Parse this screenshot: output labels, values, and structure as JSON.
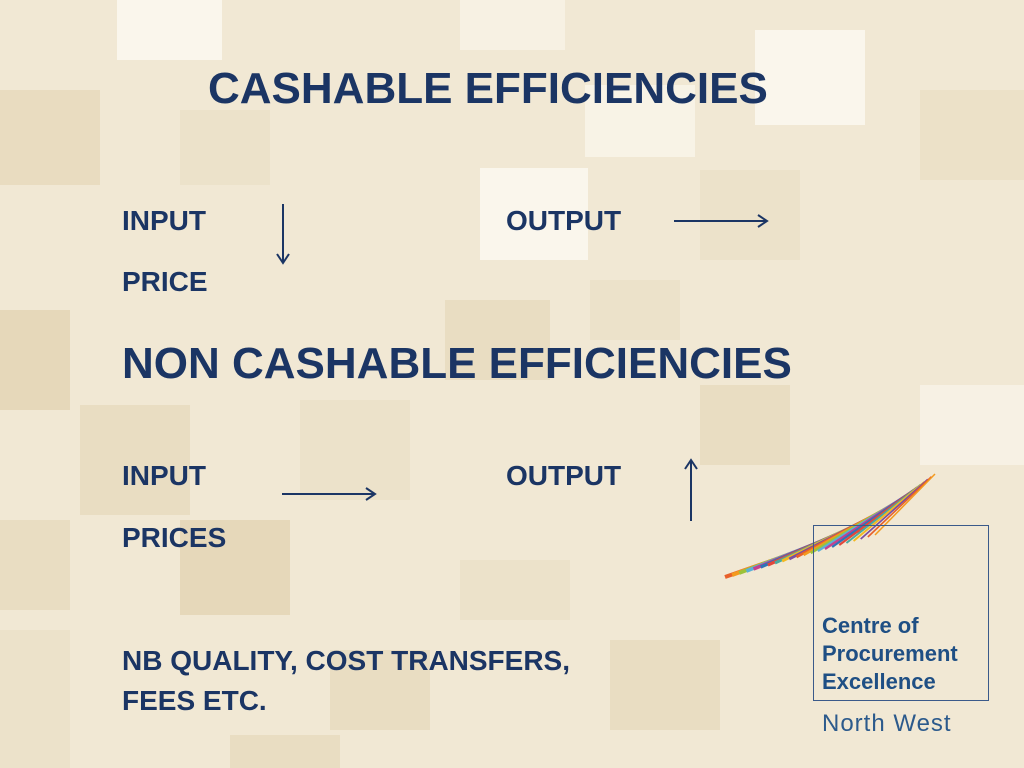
{
  "slide": {
    "title_cashable": "CASHABLE EFFICIENCIES",
    "cashable_input": "INPUT",
    "cashable_output": "OUTPUT",
    "cashable_price": "PRICE",
    "title_non_cashable": "NON CASHABLE EFFICIENCIES",
    "non_cashable_input": "INPUT",
    "non_cashable_output": "OUTPUT",
    "non_cashable_prices": "PRICES",
    "note_line1": "NB QUALITY, COST TRANSFERS,",
    "note_line2": "FEES ETC."
  },
  "logo": {
    "line1": "Centre of",
    "line2": "Procurement",
    "line3": "Excellence",
    "subtitle": "North  West",
    "stripe_colors": [
      "#e8602a",
      "#f39a1e",
      "#9cc23a",
      "#5bb0d8",
      "#c4408e",
      "#2f73b8",
      "#e2473a",
      "#49a9a0",
      "#f3b920",
      "#7a4fa0"
    ]
  },
  "colors": {
    "text": "#1b3564",
    "background": "#f1e8d4"
  }
}
